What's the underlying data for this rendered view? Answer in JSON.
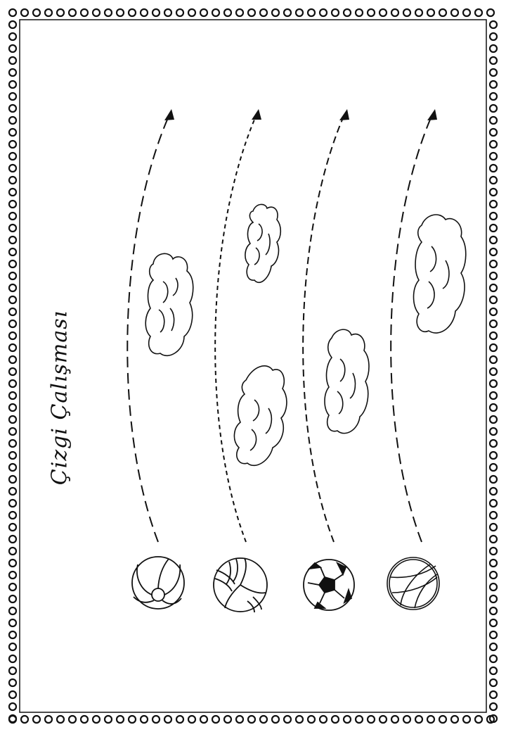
{
  "worksheet": {
    "title": "Çizgi Çalışması",
    "border_style": "scalloped-circle-frame",
    "line_color": "#111111",
    "background": "#ffffff"
  },
  "rows": [
    {
      "ball": "beach-ball",
      "line_style": "long-dash",
      "clouds": 1
    },
    {
      "ball": "volleyball",
      "line_style": "short-dash",
      "clouds": 2
    },
    {
      "ball": "soccer-ball",
      "line_style": "long-dash",
      "clouds": 1
    },
    {
      "ball": "basketball",
      "line_style": "long-dash",
      "clouds": 1
    }
  ]
}
